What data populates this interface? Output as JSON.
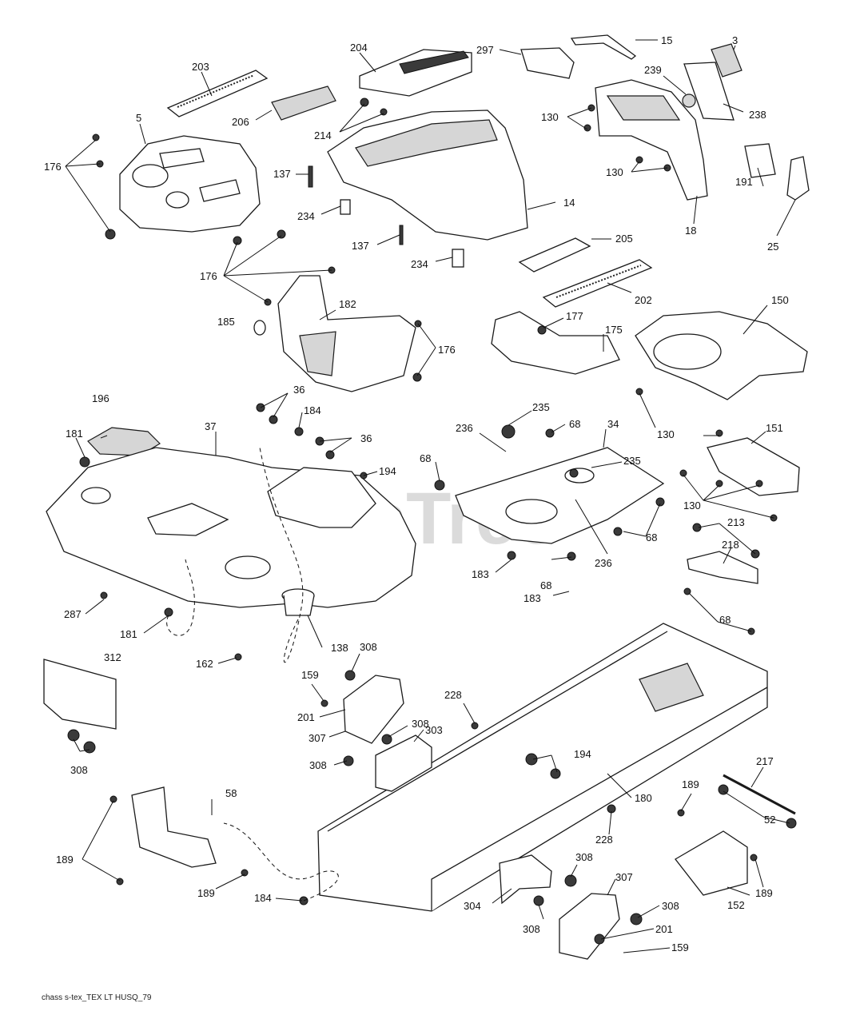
{
  "watermark": {
    "text": "PartsTree",
    "tm": "TM"
  },
  "footer": {
    "drawing_id": "chass s-tex_TEX LT HUSQ_79"
  },
  "callouts": {
    "c3": "3",
    "c5": "5",
    "c14": "14",
    "c15": "15",
    "c18": "18",
    "c25": "25",
    "c34": "34",
    "c36a": "36",
    "c36b": "36",
    "c37": "37",
    "c52": "52",
    "c58": "58",
    "c68a": "68",
    "c68b": "68",
    "c68c": "68",
    "c68d": "68",
    "c68e": "68",
    "c130a": "130",
    "c130b": "130",
    "c130c": "130",
    "c130d": "130",
    "c137a": "137",
    "c137b": "137",
    "c138": "138",
    "c150": "150",
    "c151": "151",
    "c152": "152",
    "c159a": "159",
    "c159b": "159",
    "c162": "162",
    "c175": "175",
    "c176a": "176",
    "c176b": "176",
    "c176c": "176",
    "c177": "177",
    "c180": "180",
    "c181a": "181",
    "c181b": "181",
    "c182": "182",
    "c183a": "183",
    "c183b": "183",
    "c184a": "184",
    "c184b": "184",
    "c185": "185",
    "c189a": "189",
    "c189b": "189",
    "c189c": "189",
    "c189d": "189",
    "c191": "191",
    "c194a": "194",
    "c194b": "194",
    "c196": "196",
    "c201a": "201",
    "c201b": "201",
    "c202": "202",
    "c203": "203",
    "c204": "204",
    "c205": "205",
    "c206": "206",
    "c213": "213",
    "c214": "214",
    "c217": "217",
    "c218": "218",
    "c228a": "228",
    "c228b": "228",
    "c234a": "234",
    "c234b": "234",
    "c235a": "235",
    "c235b": "235",
    "c236a": "236",
    "c236b": "236",
    "c238": "238",
    "c239": "239",
    "c287": "287",
    "c297": "297",
    "c303": "303",
    "c304": "304",
    "c307a": "307",
    "c307b": "307",
    "c308a": "308",
    "c308b": "308",
    "c308c": "308",
    "c308d": "308",
    "c308e": "308",
    "c308f": "308",
    "c308g": "308",
    "c312": "312"
  }
}
